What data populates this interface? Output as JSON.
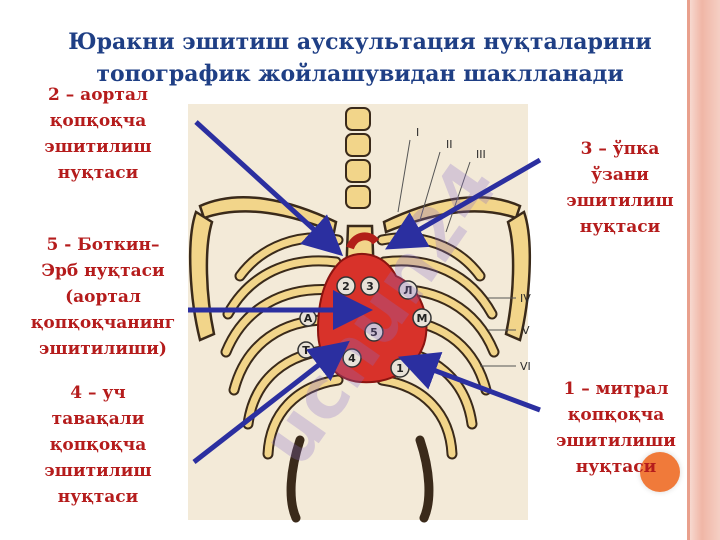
{
  "title": {
    "line1": "Юракни эшитиш аускультация нуқталарини",
    "line2": "топографик жойлашувидан шаклланади"
  },
  "labels": {
    "aortal": [
      "2 – аортал",
      "қопқоқча",
      "эшитилиш",
      "нуқтаси"
    ],
    "upka": [
      "3 – ўпка",
      "ўзани",
      "эшитилиш",
      "нуқтаси"
    ],
    "botkin": [
      "5 - Боткин–",
      "Эрб нуқтаси",
      "(аортал",
      "қопқоқчанинг",
      "эшитилиши)"
    ],
    "uch": [
      "4 – уч",
      "тавақали",
      "қопқоқча",
      "эшитилиш",
      "нуқтаси"
    ],
    "mitral": [
      "1 – митрал",
      "қопқоқча",
      "эшитилиши",
      "нуқтаси"
    ]
  },
  "figure": {
    "rib_marks": [
      "I",
      "II",
      "III",
      "IV",
      "V",
      "VI"
    ],
    "heart_marks": [
      "2",
      "3",
      "5",
      "4",
      "1",
      "Л",
      "А",
      "М",
      "Т"
    ]
  },
  "watermark": "uchun24",
  "colors": {
    "title": "#1f3f85",
    "labels": "#b51c1c",
    "arrows": "#2b2fa0",
    "heart": "#d8322a",
    "bone": "#f2d58a",
    "bone_outline": "#3a2a1a",
    "photo_bg": "#f3ead8"
  }
}
